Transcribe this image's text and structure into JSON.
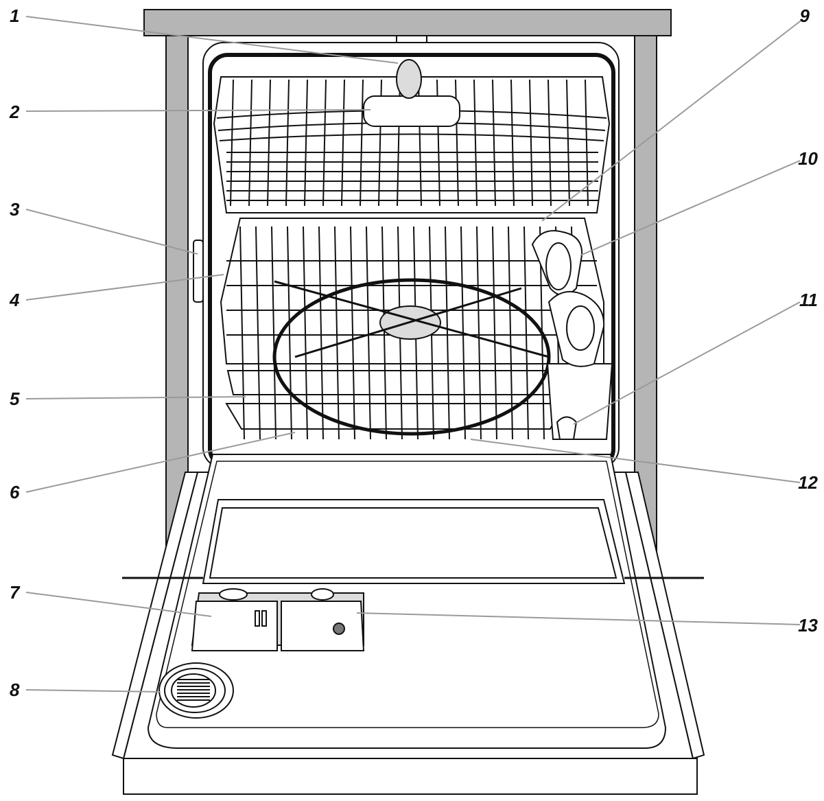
{
  "colors": {
    "line": "#111111",
    "leader": "#9a9a9a",
    "panel_fill": "#b5b5b5",
    "light_fill": "#dcdcdc",
    "white": "#ffffff"
  },
  "callouts": [
    {
      "id": "1",
      "label": "1"
    },
    {
      "id": "2",
      "label": "2"
    },
    {
      "id": "3",
      "label": "3"
    },
    {
      "id": "4",
      "label": "4"
    },
    {
      "id": "5",
      "label": "5"
    },
    {
      "id": "6",
      "label": "6"
    },
    {
      "id": "7",
      "label": "7"
    },
    {
      "id": "8",
      "label": "8"
    },
    {
      "id": "9",
      "label": "9"
    },
    {
      "id": "10",
      "label": "10"
    },
    {
      "id": "11",
      "label": "11"
    },
    {
      "id": "12",
      "label": "12"
    },
    {
      "id": "13",
      "label": "13"
    }
  ]
}
